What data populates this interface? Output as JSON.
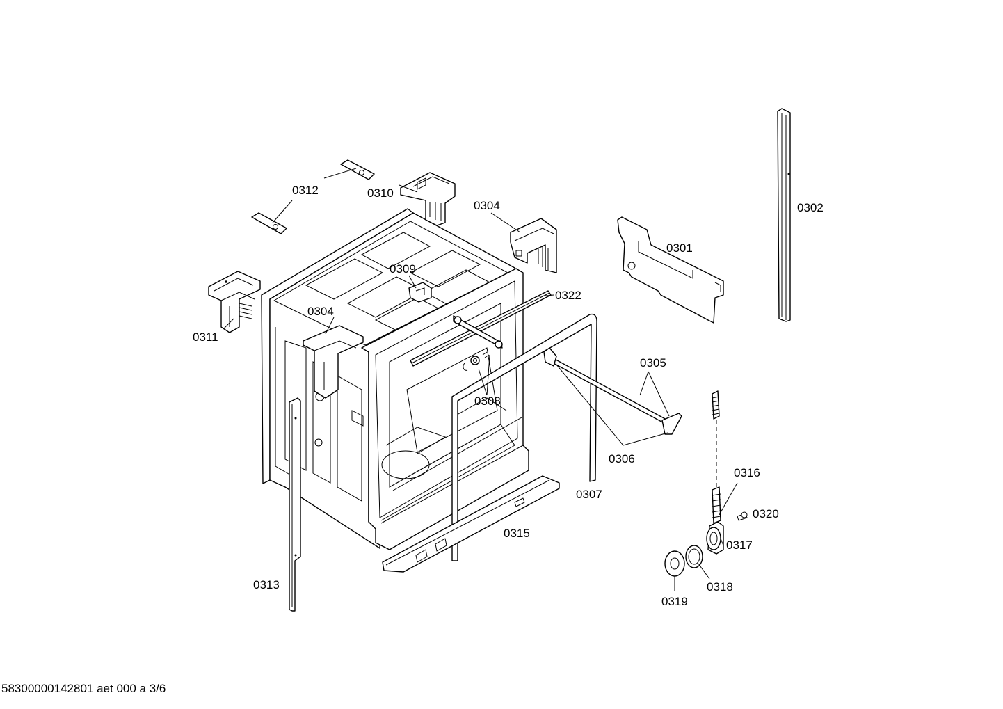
{
  "labels": {
    "p0301": "0301",
    "p0302": "0302",
    "p0304a": "0304",
    "p0304b": "0304",
    "p0305": "0305",
    "p0306": "0306",
    "p0307": "0307",
    "p0308": "0308",
    "p0309": "0309",
    "p0310": "0310",
    "p0311": "0311",
    "p0312": "0312",
    "p0313": "0313",
    "p0315": "0315",
    "p0316": "0316",
    "p0317": "0317",
    "p0318": "0318",
    "p0319": "0319",
    "p0320": "0320",
    "p0322": "0322"
  },
  "footer": "58300000142801 aet 000 a 3/6"
}
